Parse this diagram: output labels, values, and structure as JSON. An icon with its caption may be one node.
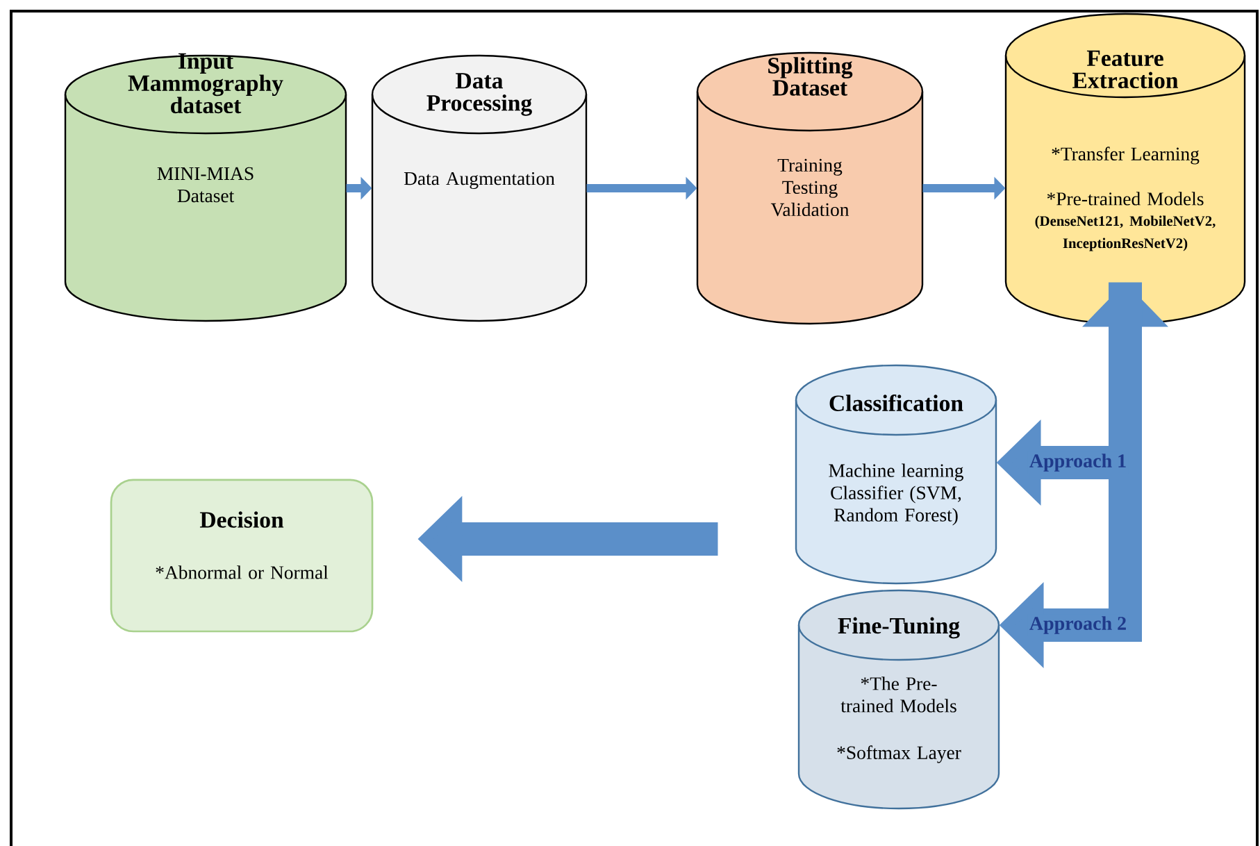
{
  "diagram": {
    "nodes": [
      {
        "text": [
          "Input Mammography dataset",
          "MINI-MIAS Dataset"
        ]
      },
      {
        "text": [
          "Data Processing",
          "Data Augmentation"
        ]
      },
      {
        "text": [
          "Splitting Dataset",
          "Training Testing Validation"
        ]
      },
      {
        "text": [
          "Feature Extraction",
          "*Transfer Learning",
          "*Pre-trained Models",
          "(DenseNet121, MobileNetV2, InceptionResNetV2)"
        ]
      },
      {
        "text": [
          "Classification",
          "Machine learning Classifier (SVM, Random Forest)"
        ]
      },
      {
        "text": [
          "Fine-Tuning",
          "*The Pre-trained Models",
          "*Softmax Layer"
        ]
      },
      {
        "text": [
          "Decision",
          "*Abnormal or Normal"
        ]
      }
    ],
    "edges": [
      {
        "from": 0,
        "to": 1,
        "arrow": "to"
      },
      {
        "from": 1,
        "to": 2,
        "arrow": "to"
      },
      {
        "from": 2,
        "to": 3,
        "arrow": "to"
      },
      {
        "from": 3,
        "to": 4,
        "arrow": "both",
        "label": "Approach 1",
        "style": "thick"
      },
      {
        "from": 3,
        "to": 5,
        "arrow": "to",
        "label": "Approach 2",
        "style": "thick"
      },
      {
        "from": 4,
        "to": 6,
        "arrow": "to",
        "style": "thick"
      }
    ]
  }
}
